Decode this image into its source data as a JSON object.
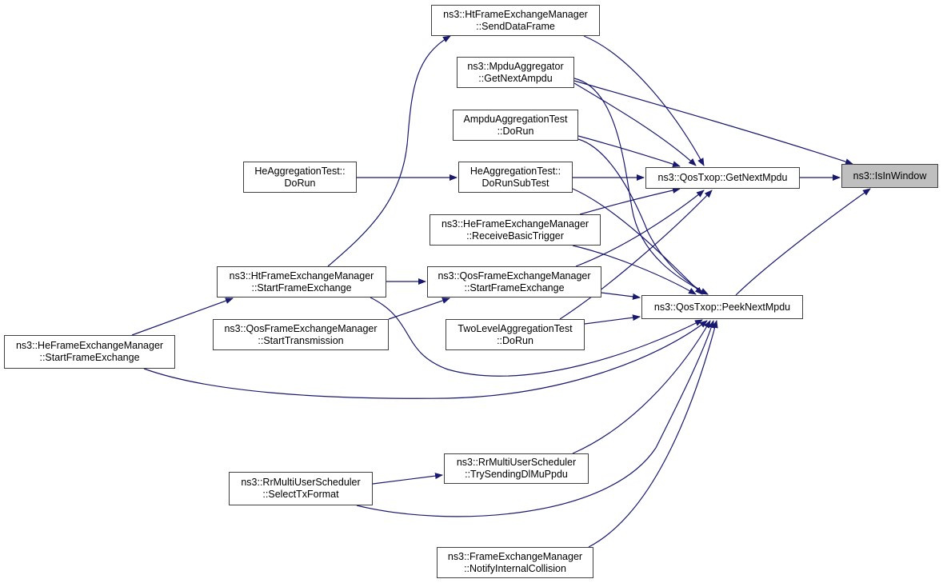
{
  "diagram": {
    "type": "doxygen-caller-graph",
    "edge_color": "#191970",
    "focus_fill": "#bfbfbf",
    "nodes": [
      {
        "id": "isinwindow",
        "lines": [
          "ns3::IsInWindow"
        ],
        "focus": true
      },
      {
        "id": "getnextmpdu",
        "lines": [
          "ns3::QosTxop::GetNextMpdu"
        ]
      },
      {
        "id": "peeknextmpdu",
        "lines": [
          "ns3::QosTxop::PeekNextMpdu"
        ]
      },
      {
        "id": "senddataframe",
        "lines": [
          "ns3::HtFrameExchangeManager",
          "::SendDataFrame"
        ]
      },
      {
        "id": "getnextampdu",
        "lines": [
          "ns3::MpduAggregator",
          "::GetNextAmpdu"
        ]
      },
      {
        "id": "ampdutest",
        "lines": [
          "AmpduAggregationTest",
          "::DoRun"
        ]
      },
      {
        "id": "hedorunsub",
        "lines": [
          "HeAggregationTest::",
          "DoRunSubTest"
        ]
      },
      {
        "id": "hedorun",
        "lines": [
          "HeAggregationTest::",
          "DoRun"
        ]
      },
      {
        "id": "receivebasictrigger",
        "lines": [
          "ns3::HeFrameExchangeManager",
          "::ReceiveBasicTrigger"
        ]
      },
      {
        "id": "qosstartfe",
        "lines": [
          "ns3::QosFrameExchangeManager",
          "::StartFrameExchange"
        ]
      },
      {
        "id": "htstartfe",
        "lines": [
          "ns3::HtFrameExchangeManager",
          "::StartFrameExchange"
        ]
      },
      {
        "id": "qosstarttx",
        "lines": [
          "ns3::QosFrameExchangeManager",
          "::StartTransmission"
        ]
      },
      {
        "id": "twolevel",
        "lines": [
          "TwoLevelAggregationTest",
          "::DoRun"
        ]
      },
      {
        "id": "hestartfe",
        "lines": [
          "ns3::HeFrameExchangeManager",
          "::StartFrameExchange"
        ]
      },
      {
        "id": "trysending",
        "lines": [
          "ns3::RrMultiUserScheduler",
          "::TrySendingDlMuPpdu"
        ]
      },
      {
        "id": "selecttx",
        "lines": [
          "ns3::RrMultiUserScheduler",
          "::SelectTxFormat"
        ]
      },
      {
        "id": "notifycollision",
        "lines": [
          "ns3::FrameExchangeManager",
          "::NotifyInternalCollision"
        ]
      }
    ],
    "edges": [
      {
        "from": "getnextmpdu",
        "to": "isinwindow"
      },
      {
        "from": "peeknextmpdu",
        "to": "isinwindow"
      },
      {
        "from": "getnextampdu",
        "to": "isinwindow"
      },
      {
        "from": "senddataframe",
        "to": "getnextmpdu"
      },
      {
        "from": "getnextampdu",
        "to": "getnextmpdu"
      },
      {
        "from": "ampdutest",
        "to": "getnextmpdu"
      },
      {
        "from": "hedorunsub",
        "to": "getnextmpdu"
      },
      {
        "from": "receivebasictrigger",
        "to": "getnextmpdu"
      },
      {
        "from": "qosstartfe",
        "to": "getnextmpdu"
      },
      {
        "from": "twolevel",
        "to": "getnextmpdu"
      },
      {
        "from": "getnextampdu",
        "to": "peeknextmpdu"
      },
      {
        "from": "ampdutest",
        "to": "peeknextmpdu"
      },
      {
        "from": "hedorunsub",
        "to": "peeknextmpdu"
      },
      {
        "from": "receivebasictrigger",
        "to": "peeknextmpdu"
      },
      {
        "from": "qosstartfe",
        "to": "peeknextmpdu"
      },
      {
        "from": "twolevel",
        "to": "peeknextmpdu"
      },
      {
        "from": "htstartfe",
        "to": "peeknextmpdu"
      },
      {
        "from": "hestartfe",
        "to": "peeknextmpdu"
      },
      {
        "from": "trysending",
        "to": "peeknextmpdu"
      },
      {
        "from": "selecttx",
        "to": "peeknextmpdu"
      },
      {
        "from": "notifycollision",
        "to": "peeknextmpdu"
      },
      {
        "from": "hedorun",
        "to": "hedorunsub"
      },
      {
        "from": "htstartfe",
        "to": "senddataframe"
      },
      {
        "from": "htstartfe",
        "to": "qosstartfe"
      },
      {
        "from": "qosstarttx",
        "to": "qosstartfe"
      },
      {
        "from": "hestartfe",
        "to": "htstartfe"
      },
      {
        "from": "selecttx",
        "to": "trysending"
      }
    ]
  }
}
